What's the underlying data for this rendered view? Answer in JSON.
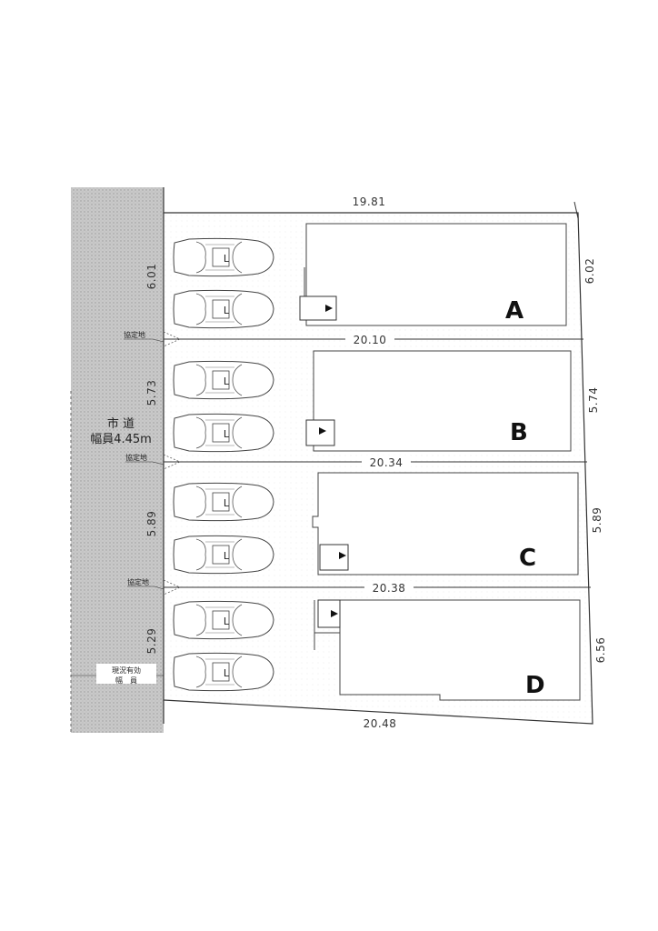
{
  "road": {
    "line1": "市 道",
    "line2": "幅員4.45m",
    "effective_width_line1": "現況有効",
    "effective_width_line2": "幅　員"
  },
  "agreement_label": "協定地",
  "car_label": "L",
  "lots": [
    {
      "id": "A",
      "left_dim": "6.01",
      "right_dim": "6.02",
      "top_dim": "19.81"
    },
    {
      "id": "B",
      "left_dim": "5.73",
      "right_dim": "5.74",
      "top_dim": "20.10"
    },
    {
      "id": "C",
      "left_dim": "5.89",
      "right_dim": "5.89",
      "top_dim": "20.34"
    },
    {
      "id": "D",
      "left_dim": "5.29",
      "right_dim": "6.56",
      "top_dim": "20.38",
      "bottom_dim": "20.48"
    }
  ]
}
